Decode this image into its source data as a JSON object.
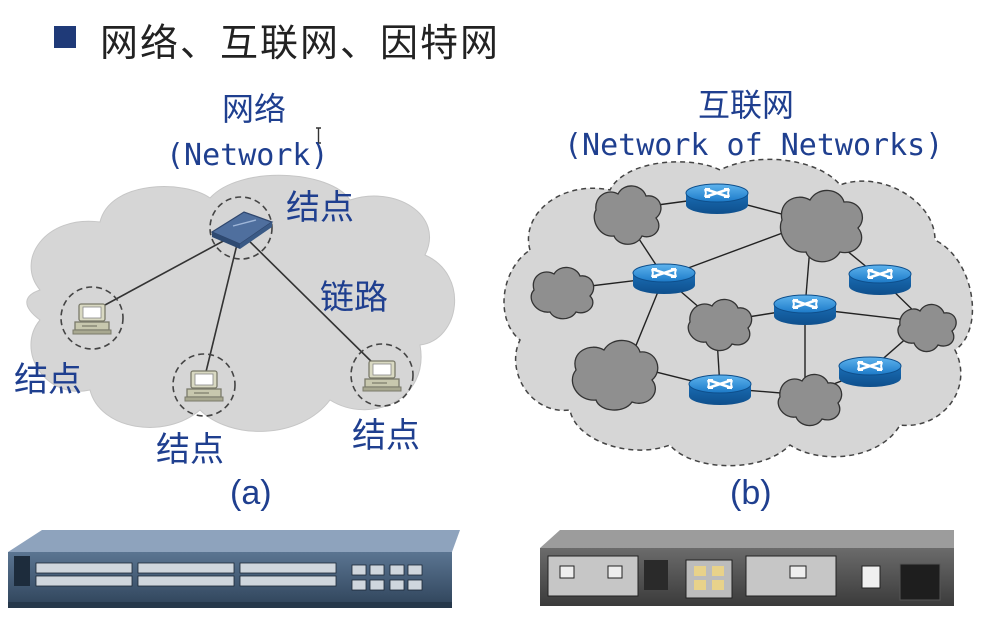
{
  "slide": {
    "title": "网络、互联网、因特网"
  },
  "panel_a": {
    "title": "网络",
    "subtitle": "(Network)",
    "node_label": "结点",
    "link_label": "链路",
    "caption": "(a)"
  },
  "panel_b": {
    "title": "互联网",
    "subtitle": "(Network of Networks)",
    "caption": "(b)"
  },
  "colors": {
    "accent": "#1f3f8f",
    "cloud": "#d4d4d4",
    "router": "#1a78c8"
  }
}
